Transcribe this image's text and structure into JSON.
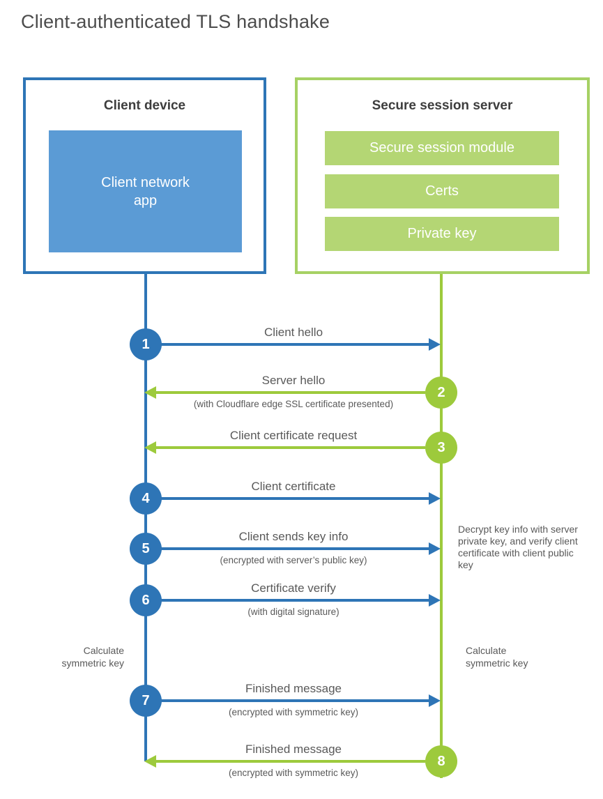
{
  "title": "Client-authenticated TLS handshake",
  "colors": {
    "client_blue": "#2e75b6",
    "client_app_fill": "#5b9bd5",
    "server_green": "#9dca3c",
    "server_border_green": "#a6d164",
    "server_bar_fill": "#b4d674",
    "label_text": "#595959"
  },
  "client_box": {
    "title": "Client device",
    "inner_label": "Client network\napp"
  },
  "server_box": {
    "title": "Secure session server",
    "modules": [
      "Secure session module",
      "Certs",
      "Private key"
    ]
  },
  "steps": [
    {
      "num": "1",
      "actor": "client",
      "direction": "right",
      "label": "Client hello",
      "sub": ""
    },
    {
      "num": "2",
      "actor": "server",
      "direction": "left",
      "label": "Server hello",
      "sub": "(with Cloudflare edge SSL certificate presented)"
    },
    {
      "num": "3",
      "actor": "server",
      "direction": "left",
      "label": "Client certificate request",
      "sub": ""
    },
    {
      "num": "4",
      "actor": "client",
      "direction": "right",
      "label": "Client certificate",
      "sub": ""
    },
    {
      "num": "5",
      "actor": "client",
      "direction": "right",
      "label": "Client sends key info",
      "sub": "(encrypted with server’s public key)"
    },
    {
      "num": "6",
      "actor": "client",
      "direction": "right",
      "label": "Certificate verify",
      "sub": "(with digital signature)"
    },
    {
      "num": "7",
      "actor": "client",
      "direction": "right",
      "label": "Finished message",
      "sub": "(encrypted with symmetric key)"
    },
    {
      "num": "8",
      "actor": "server",
      "direction": "left",
      "label": "Finished message",
      "sub": "(encrypted with symmetric key)"
    }
  ],
  "annotations": {
    "left_note": "Calculate\nsymmetric key",
    "right_note": "Calculate\nsymmetric key",
    "decrypt_note": "Decrypt key info with server private key, and verify client certificate with client public key"
  }
}
